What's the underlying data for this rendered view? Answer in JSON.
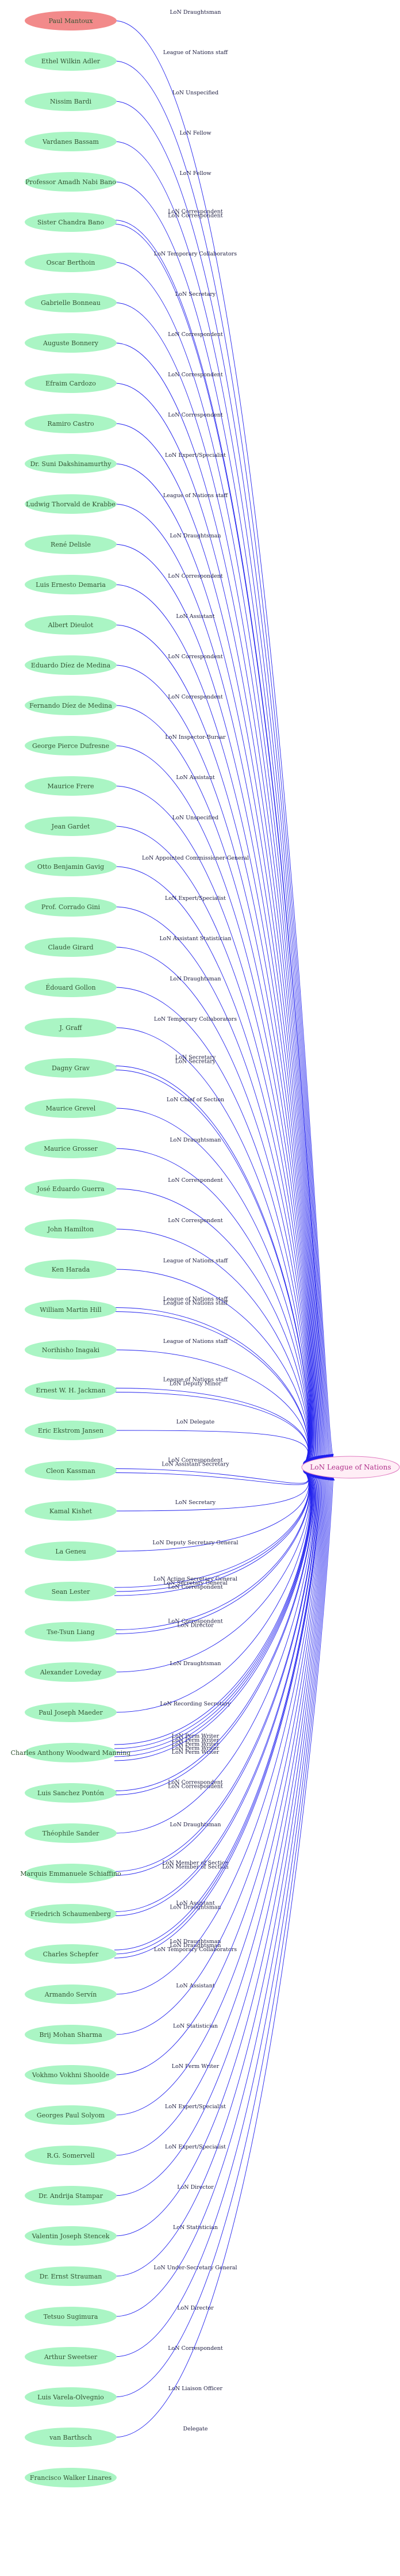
{
  "colors": {
    "person_fill": "#aaf5c4",
    "highlight_fill": "#f28a8a",
    "target_fill": "#ffeef6",
    "target_stroke": "#e07ac0",
    "target_text": "#b0308a",
    "edge": "#2020ee"
  },
  "target": {
    "label": "LoN League of Nations"
  },
  "people": [
    {
      "name": "Paul Mantoux",
      "highlight": true
    },
    {
      "name": "Ethel Wilkin Adler"
    },
    {
      "name": "Nissim Bardi"
    },
    {
      "name": "Vardanes Bassam"
    },
    {
      "name": "Professor Amadh Nabi Bano"
    },
    {
      "name": "Sister Chandra Bano"
    },
    {
      "name": "Oscar Berthoin"
    },
    {
      "name": "Gabrielle Bonneau"
    },
    {
      "name": "Auguste Bonnery"
    },
    {
      "name": "Efraim Cardozo"
    },
    {
      "name": "Ramiro Castro"
    },
    {
      "name": "Dr. Suni Dakshinamurthy"
    },
    {
      "name": "Ludwig Thorvald de Krabbe"
    },
    {
      "name": "René Delisle"
    },
    {
      "name": "Luis Ernesto Demaria"
    },
    {
      "name": "Albert Dieulot"
    },
    {
      "name": "Eduardo Díez de Medina"
    },
    {
      "name": "Fernando Díez de Medina"
    },
    {
      "name": "George Pierce Dufresne"
    },
    {
      "name": "Maurice Frere"
    },
    {
      "name": "Jean Gardet"
    },
    {
      "name": "Otto Benjamin Gavig"
    },
    {
      "name": "Prof. Corrado Gini"
    },
    {
      "name": "Claude Girard"
    },
    {
      "name": "Édouard Gollon"
    },
    {
      "name": "J. Graff"
    },
    {
      "name": "Dagny Grav"
    },
    {
      "name": "Maurice Grevel"
    },
    {
      "name": "Maurice Grosser"
    },
    {
      "name": "José Eduardo Guerra"
    },
    {
      "name": "John Hamilton"
    },
    {
      "name": "Ken Harada"
    },
    {
      "name": "William Martin Hill"
    },
    {
      "name": "Norihisho Inagaki"
    },
    {
      "name": "Ernest W. H. Jackman"
    },
    {
      "name": "Eric Ekstrom Jansen"
    },
    {
      "name": "Cleon Kassman"
    },
    {
      "name": "Kamal Kishet"
    },
    {
      "name": "La Geneu"
    },
    {
      "name": "Sean Lester"
    },
    {
      "name": "Tse-Tsun Liang"
    },
    {
      "name": "Alexander Loveday"
    },
    {
      "name": "Paul Joseph Maeder"
    },
    {
      "name": "Charles Anthony Woodward Manning"
    },
    {
      "name": "Luis Sanchez Pontón"
    },
    {
      "name": "Théophile Sander"
    },
    {
      "name": "Marquis Emmanuele Schiaffino"
    },
    {
      "name": "Friedrich Schaumenberg"
    },
    {
      "name": "Charles Schepfer"
    },
    {
      "name": "Armando Servín"
    },
    {
      "name": "Brij Mohan Sharma"
    },
    {
      "name": "Vokhmo Vokhni Shoolde"
    },
    {
      "name": "Georges Paul Solyom"
    },
    {
      "name": "R.G. Somervell"
    },
    {
      "name": "Dr. Andrija Stampar"
    },
    {
      "name": "Valentin Joseph Stencek"
    },
    {
      "name": "Dr. Ernst Strauman"
    },
    {
      "name": "Tetsuo Sugimura"
    },
    {
      "name": "Arthur Sweetser"
    },
    {
      "name": "Luis Varela-Olvegnio"
    },
    {
      "name": "van Barthsch"
    },
    {
      "name": "Francisco Walker Linares"
    }
  ],
  "edges": [
    {
      "from": 0,
      "label": "LoN Draughtsman"
    },
    {
      "from": 1,
      "label": "League of Nations staff"
    },
    {
      "from": 2,
      "label": "LoN Unspecified"
    },
    {
      "from": 3,
      "label": "LoN Fellow"
    },
    {
      "from": 4,
      "label": "LoN Fellow"
    },
    {
      "from": 5,
      "label": "LoN Correspondent"
    },
    {
      "from": 5,
      "label": "LoN Correspondent"
    },
    {
      "from": 6,
      "label": "LoN Temporary Collaborators"
    },
    {
      "from": 7,
      "label": "LoN Secretary"
    },
    {
      "from": 8,
      "label": "LoN Correspondent"
    },
    {
      "from": 9,
      "label": "LoN Correspondent"
    },
    {
      "from": 10,
      "label": "LoN Correspondent"
    },
    {
      "from": 11,
      "label": "LoN Expert/Specialist"
    },
    {
      "from": 12,
      "label": "League of Nations staff"
    },
    {
      "from": 13,
      "label": "LoN Draughtsman"
    },
    {
      "from": 14,
      "label": "LoN Correspondent"
    },
    {
      "from": 15,
      "label": "LoN Assistant"
    },
    {
      "from": 16,
      "label": "LoN Correspondent"
    },
    {
      "from": 17,
      "label": "LoN Correspondent"
    },
    {
      "from": 18,
      "label": "LoN Inspector-Bursar"
    },
    {
      "from": 19,
      "label": "LoN Assistant"
    },
    {
      "from": 20,
      "label": "LoN Unspecified"
    },
    {
      "from": 21,
      "label": "LoN Appointed Commissioner-General"
    },
    {
      "from": 22,
      "label": "LoN Expert/Specialist"
    },
    {
      "from": 23,
      "label": "LoN Assistant Statistician"
    },
    {
      "from": 24,
      "label": "LoN Draughtsman"
    },
    {
      "from": 25,
      "label": "LoN Temporary Collaborators"
    },
    {
      "from": 26,
      "label": "LoN Secretary"
    },
    {
      "from": 26,
      "label": "LoN Secretary"
    },
    {
      "from": 27,
      "label": "LoN Chief of Section"
    },
    {
      "from": 28,
      "label": "LoN Draughtsman"
    },
    {
      "from": 29,
      "label": "LoN Correspondent"
    },
    {
      "from": 30,
      "label": "LoN Correspondent"
    },
    {
      "from": 31,
      "label": "League of Nations staff"
    },
    {
      "from": 32,
      "label": "League of Nations staff"
    },
    {
      "from": 32,
      "label": "League of Nations staff"
    },
    {
      "from": 33,
      "label": "League of Nations staff"
    },
    {
      "from": 34,
      "label": "League of Nations staff"
    },
    {
      "from": 34,
      "label": "LoN Deputy Minor"
    },
    {
      "from": 35,
      "label": "LoN Delegate"
    },
    {
      "from": 36,
      "label": "LoN Correspondent"
    },
    {
      "from": 36,
      "label": "LoN Assistant Secretary"
    },
    {
      "from": 37,
      "label": "LoN Secretary"
    },
    {
      "from": 38,
      "label": "LoN Deputy Secretary General"
    },
    {
      "from": 39,
      "label": "LoN Acting Secretary General"
    },
    {
      "from": 39,
      "label": "LoN Secretary General"
    },
    {
      "from": 39,
      "label": "LoN Correspondent"
    },
    {
      "from": 40,
      "label": "LoN Correspondent"
    },
    {
      "from": 40,
      "label": "LoN Director"
    },
    {
      "from": 41,
      "label": "LoN Draughtsman"
    },
    {
      "from": 42,
      "label": "LoN Recording Secretary"
    },
    {
      "from": 43,
      "label": "LoN Perm Writer"
    },
    {
      "from": 43,
      "label": "LoN Perm Writer"
    },
    {
      "from": 43,
      "label": "LoN Perm Writer"
    },
    {
      "from": 43,
      "label": "LoN Perm Writer"
    },
    {
      "from": 43,
      "label": "LoN Perm Writer"
    },
    {
      "from": 44,
      "label": "LoN Correspondent"
    },
    {
      "from": 44,
      "label": "LoN Correspondent"
    },
    {
      "from": 45,
      "label": "LoN Draughtsman"
    },
    {
      "from": 46,
      "label": "LoN Member of Section"
    },
    {
      "from": 46,
      "label": "LoN Member of Section"
    },
    {
      "from": 47,
      "label": "LoN Assistant"
    },
    {
      "from": 47,
      "label": "LoN Draughtsman"
    },
    {
      "from": 48,
      "label": "LoN Draughtsman"
    },
    {
      "from": 48,
      "label": "LoN Draughtsman"
    },
    {
      "from": 48,
      "label": "LoN Temporary Collaborators"
    },
    {
      "from": 49,
      "label": "LoN Assistant"
    },
    {
      "from": 50,
      "label": "LoN Statistician"
    },
    {
      "from": 51,
      "label": "LoN Perm Writer"
    },
    {
      "from": 52,
      "label": "LoN Expert/Specialist"
    },
    {
      "from": 53,
      "label": "LoN Expert/Specialist"
    },
    {
      "from": 54,
      "label": "LoN Director"
    },
    {
      "from": 55,
      "label": "LoN Statistician"
    },
    {
      "from": 56,
      "label": "LoN Under-Secretary General"
    },
    {
      "from": 57,
      "label": "LoN Director"
    },
    {
      "from": 58,
      "label": "LoN Correspondent"
    },
    {
      "from": 59,
      "label": "LoN Liaison Officer"
    },
    {
      "from": 60,
      "label": "Delegate"
    }
  ]
}
